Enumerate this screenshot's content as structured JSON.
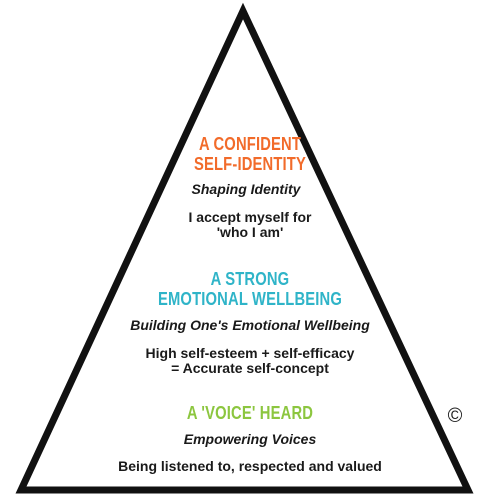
{
  "pyramid": {
    "stroke_color": "#111111",
    "levels": [
      {
        "heading_lines": [
          "A CONFIDENT",
          "SELF-IDENTITY"
        ],
        "heading_color": "#f26b2a",
        "subtitle": "Shaping Identity",
        "body_lines": [
          "I accept myself for",
          "'who I am'"
        ]
      },
      {
        "heading_lines": [
          "A STRONG",
          "EMOTIONAL WELLBEING"
        ],
        "heading_color": "#2fb4c8",
        "subtitle": "Building One's Emotional Wellbeing",
        "body_lines": [
          "High self-esteem + self-efficacy",
          "= Accurate self-concept"
        ]
      },
      {
        "heading_lines": [
          "A 'VOICE' HEARD"
        ],
        "heading_color": "#8cc63f",
        "subtitle": "Empowering Voices",
        "body_lines": [
          "Being listened to, respected and valued"
        ]
      }
    ],
    "copyright_symbol": "©"
  }
}
